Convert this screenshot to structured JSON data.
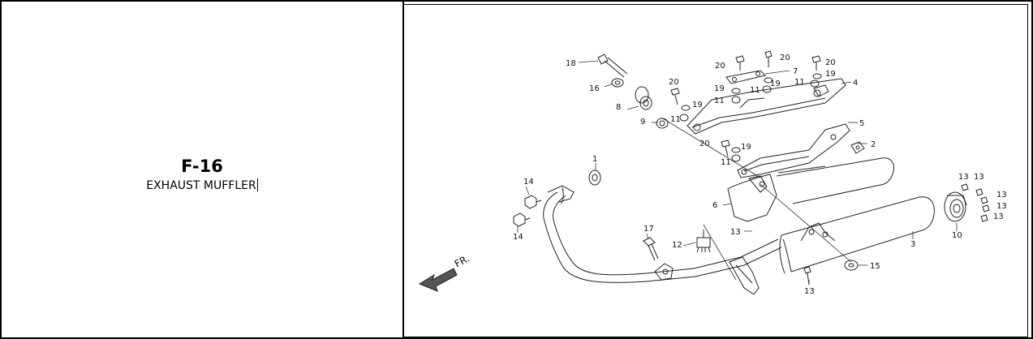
{
  "figure": {
    "code": "F-16",
    "name": "EXHAUST MUFFLER"
  },
  "diagram": {
    "direction_label": "FR.",
    "callouts": {
      "c1": "1",
      "c2": "2",
      "c3": "3",
      "c4": "4",
      "c5": "5",
      "c6": "6",
      "c7": "7",
      "c8": "8",
      "c9": "9",
      "c10": "10",
      "c11a": "11",
      "c11b": "11",
      "c11c": "11",
      "c11d": "11",
      "c11e": "11",
      "c12": "12",
      "c13a": "13",
      "c13b": "13",
      "c13c": "13",
      "c13d": "13",
      "c13e": "13",
      "c13f": "13",
      "c13g": "13",
      "c14a": "14",
      "c14b": "14",
      "c15": "15",
      "c16": "16",
      "c17": "17",
      "c18": "18",
      "c19a": "19",
      "c19b": "19",
      "c19c": "19",
      "c19d": "19",
      "c19e": "19",
      "c20a": "20",
      "c20b": "20",
      "c20c": "20",
      "c20d": "20",
      "c20e": "20"
    }
  }
}
